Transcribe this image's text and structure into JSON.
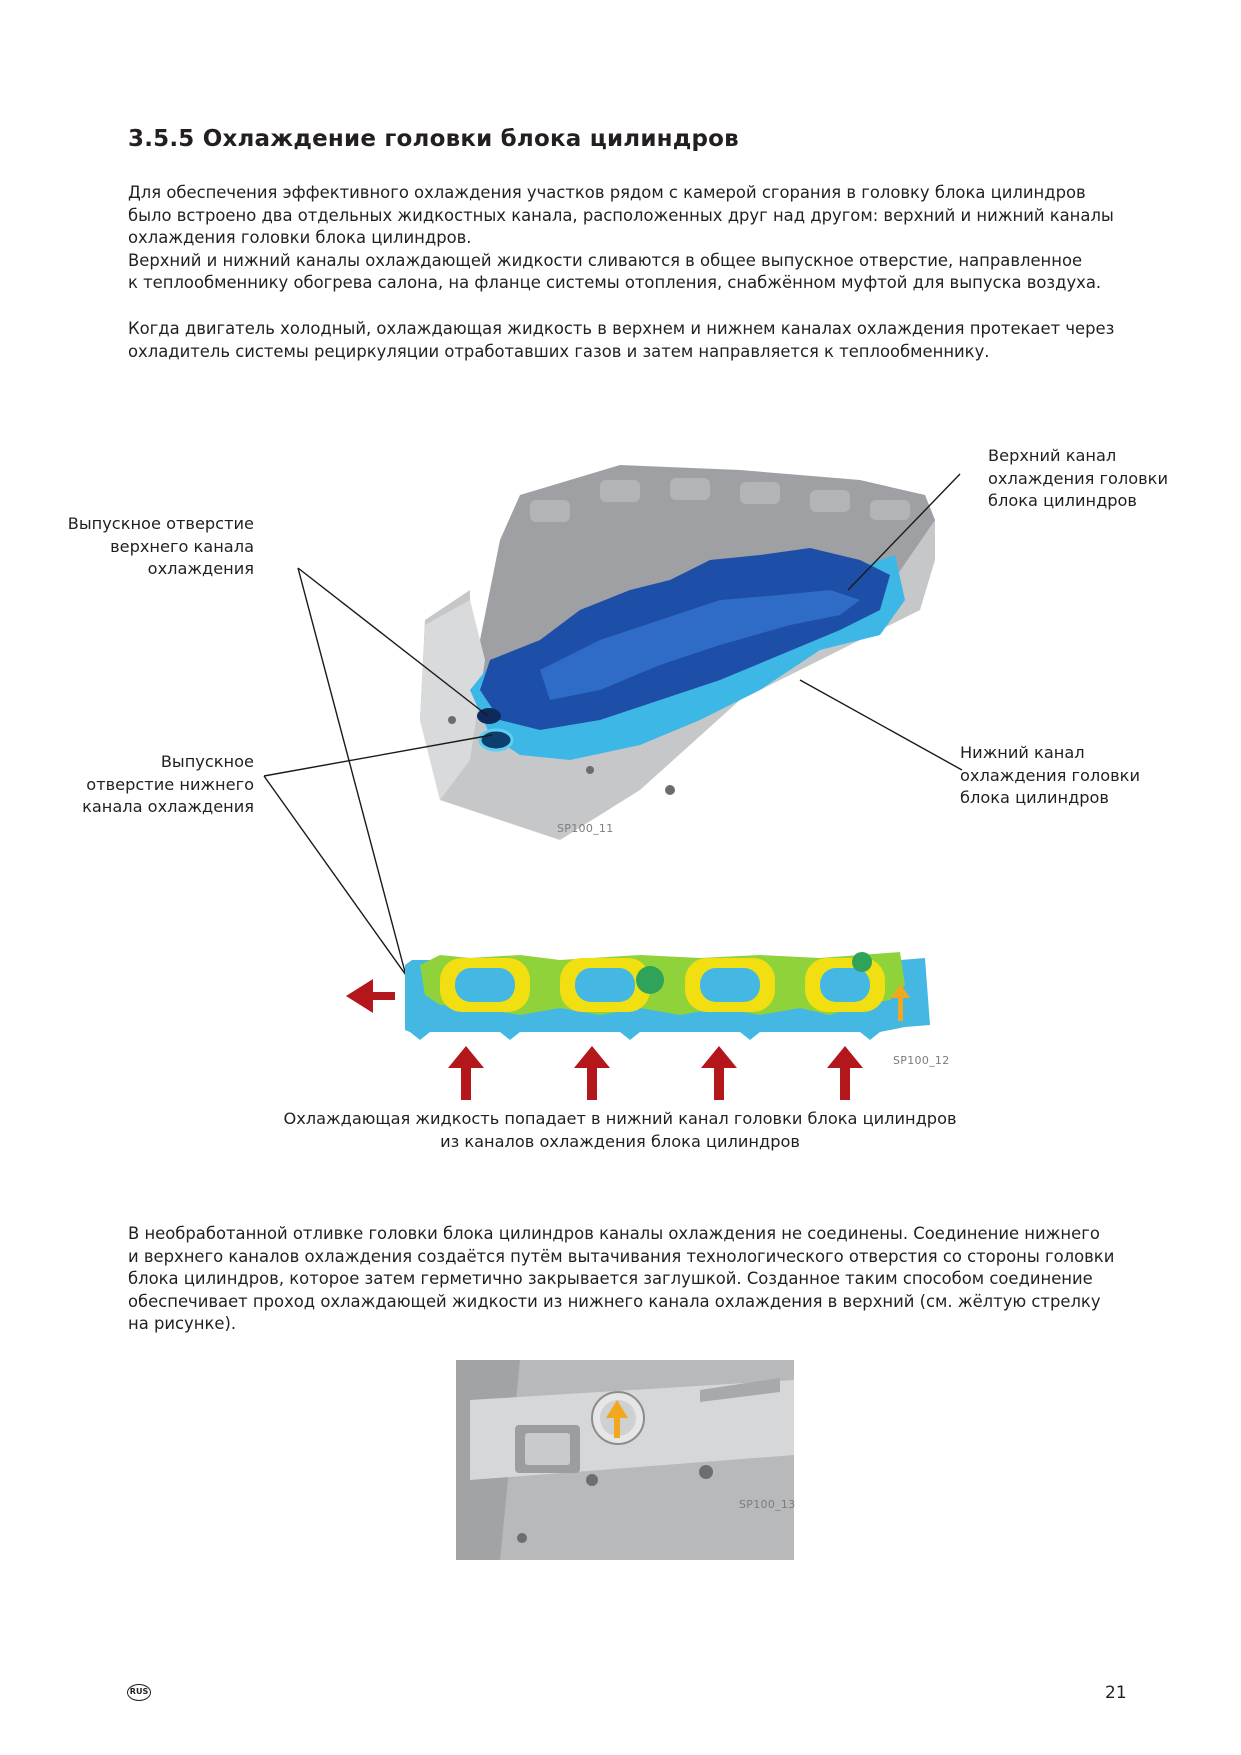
{
  "heading": "3.5.5 Охлаждение головки блока цилиндров",
  "para1": {
    "line1": "Для обеспечения эффективного охлаждения участков рядом с камерой сгорания в головку блока цилиндров",
    "line2": "было встроено два отдельных жидкостных канала, расположенных друг над другом: верхний и нижний каналы",
    "line3": "охлаждения головки блока цилиндров.",
    "line4": "Верхний и нижний каналы охлаждающей жидкости сливаются в общее выпускное отверстие, направленное",
    "line5": "к теплообменнику обогрева салона, на фланце системы отопления, снабжённом муфтой для выпуска воздуха."
  },
  "para2": {
    "line1": "Когда двигатель холодный, охлаждающая жидкость в верхнем и нижнем каналах охлаждения протекает через",
    "line2": "охладитель системы рециркуляции отработавших газов и затем направляется к теплообменнику."
  },
  "figure1": {
    "label_upper_channel": {
      "line1": "Верхний канал",
      "line2": "охлаждения головки",
      "line3": "блока цилиндров"
    },
    "label_upper_outlet": {
      "line1": "Выпускное отверстие",
      "line2": "верхнего канала",
      "line3": "охлаждения"
    },
    "label_lower_outlet": {
      "line1": "Выпускное",
      "line2": "отверстие нижнего",
      "line3": "канала охлаждения"
    },
    "label_lower_channel": {
      "line1": "Нижний канал",
      "line2": "охлаждения головки",
      "line3": "блока цилиндров"
    },
    "code": "SP100_11"
  },
  "figure2": {
    "code": "SP100_12",
    "caption": {
      "line1": "Охлаждающая жидкость попадает в нижний канал головки блока цилиндров",
      "line2": "из каналов охлаждения блока цилиндров"
    }
  },
  "para3": {
    "line1": "В необработанной отливке головки блока цилиндров каналы охлаждения не соединены. Соединение нижнего",
    "line2": "и верхнего каналов охлаждения создаётся путём вытачивания технологического отверстия со стороны головки",
    "line3": "блока цилиндров, которое затем герметично закрывается заглушкой. Созданное таким способом соединение",
    "line4": "обеспечивает проход охлаждающей жидкости из нижнего канала охлаждения в верхний (см. жёлтую стрелку",
    "line5": "на рисунке)."
  },
  "figure3": {
    "code": "SP100_13"
  },
  "footer": {
    "language_badge": "RUS",
    "page_number": "21"
  },
  "colors": {
    "arrow_red": "#b3171b",
    "arrow_yellow": "#f2a81d",
    "coolant_light": "#3db8e6",
    "coolant_dark": "#1d4fa8",
    "coolant_yellow": "#e8d400",
    "metal": "#b8b9bb"
  }
}
